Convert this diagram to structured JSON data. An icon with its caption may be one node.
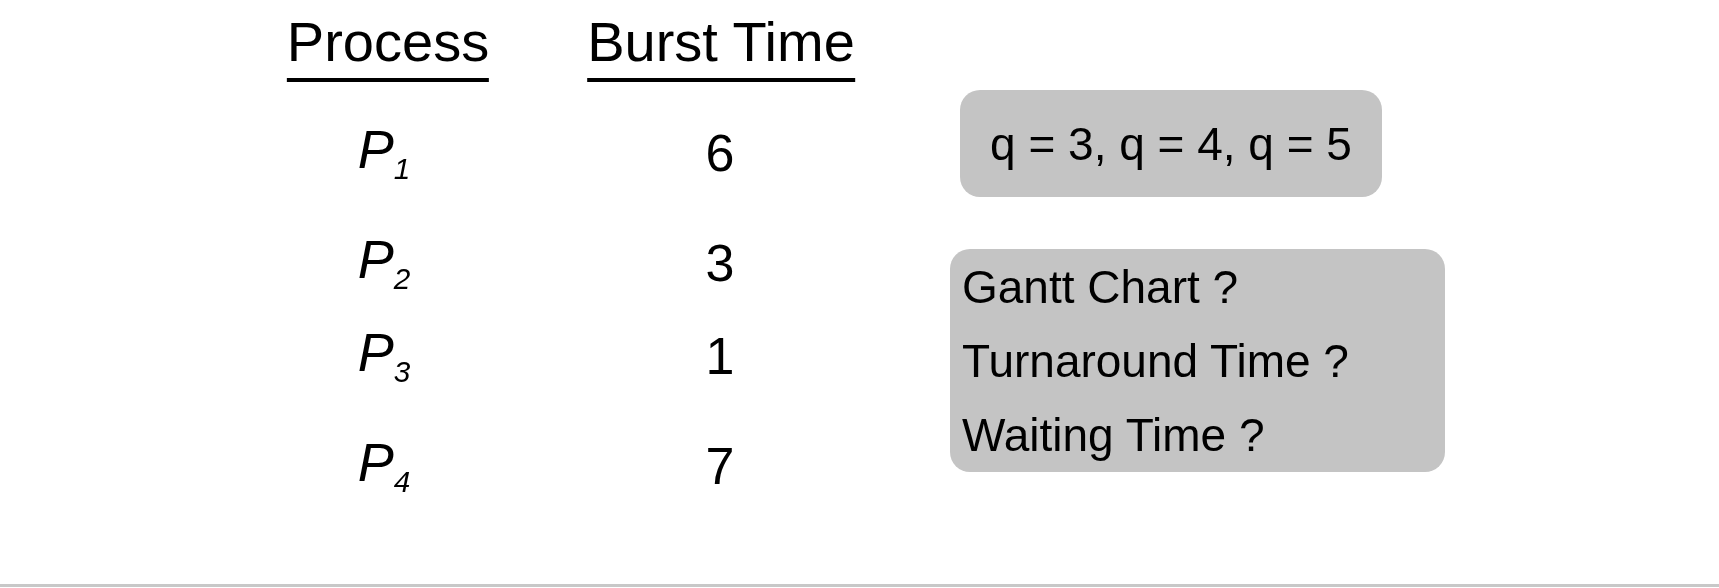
{
  "diagram": {
    "nodes": [
      {
        "text": [
          "q = 3, q = 4, q = 5"
        ]
      },
      {
        "text": [
          "Gantt Chart ?",
          "Turnaround Time ?",
          "Waiting Time ?"
        ]
      }
    ],
    "labels": [
      "Process",
      "Burst Time",
      "P$_{1}$",
      "6",
      "P$_{2}$",
      "3",
      "P$_{3}$",
      "1",
      "P$_{4}$",
      "7"
    ]
  }
}
